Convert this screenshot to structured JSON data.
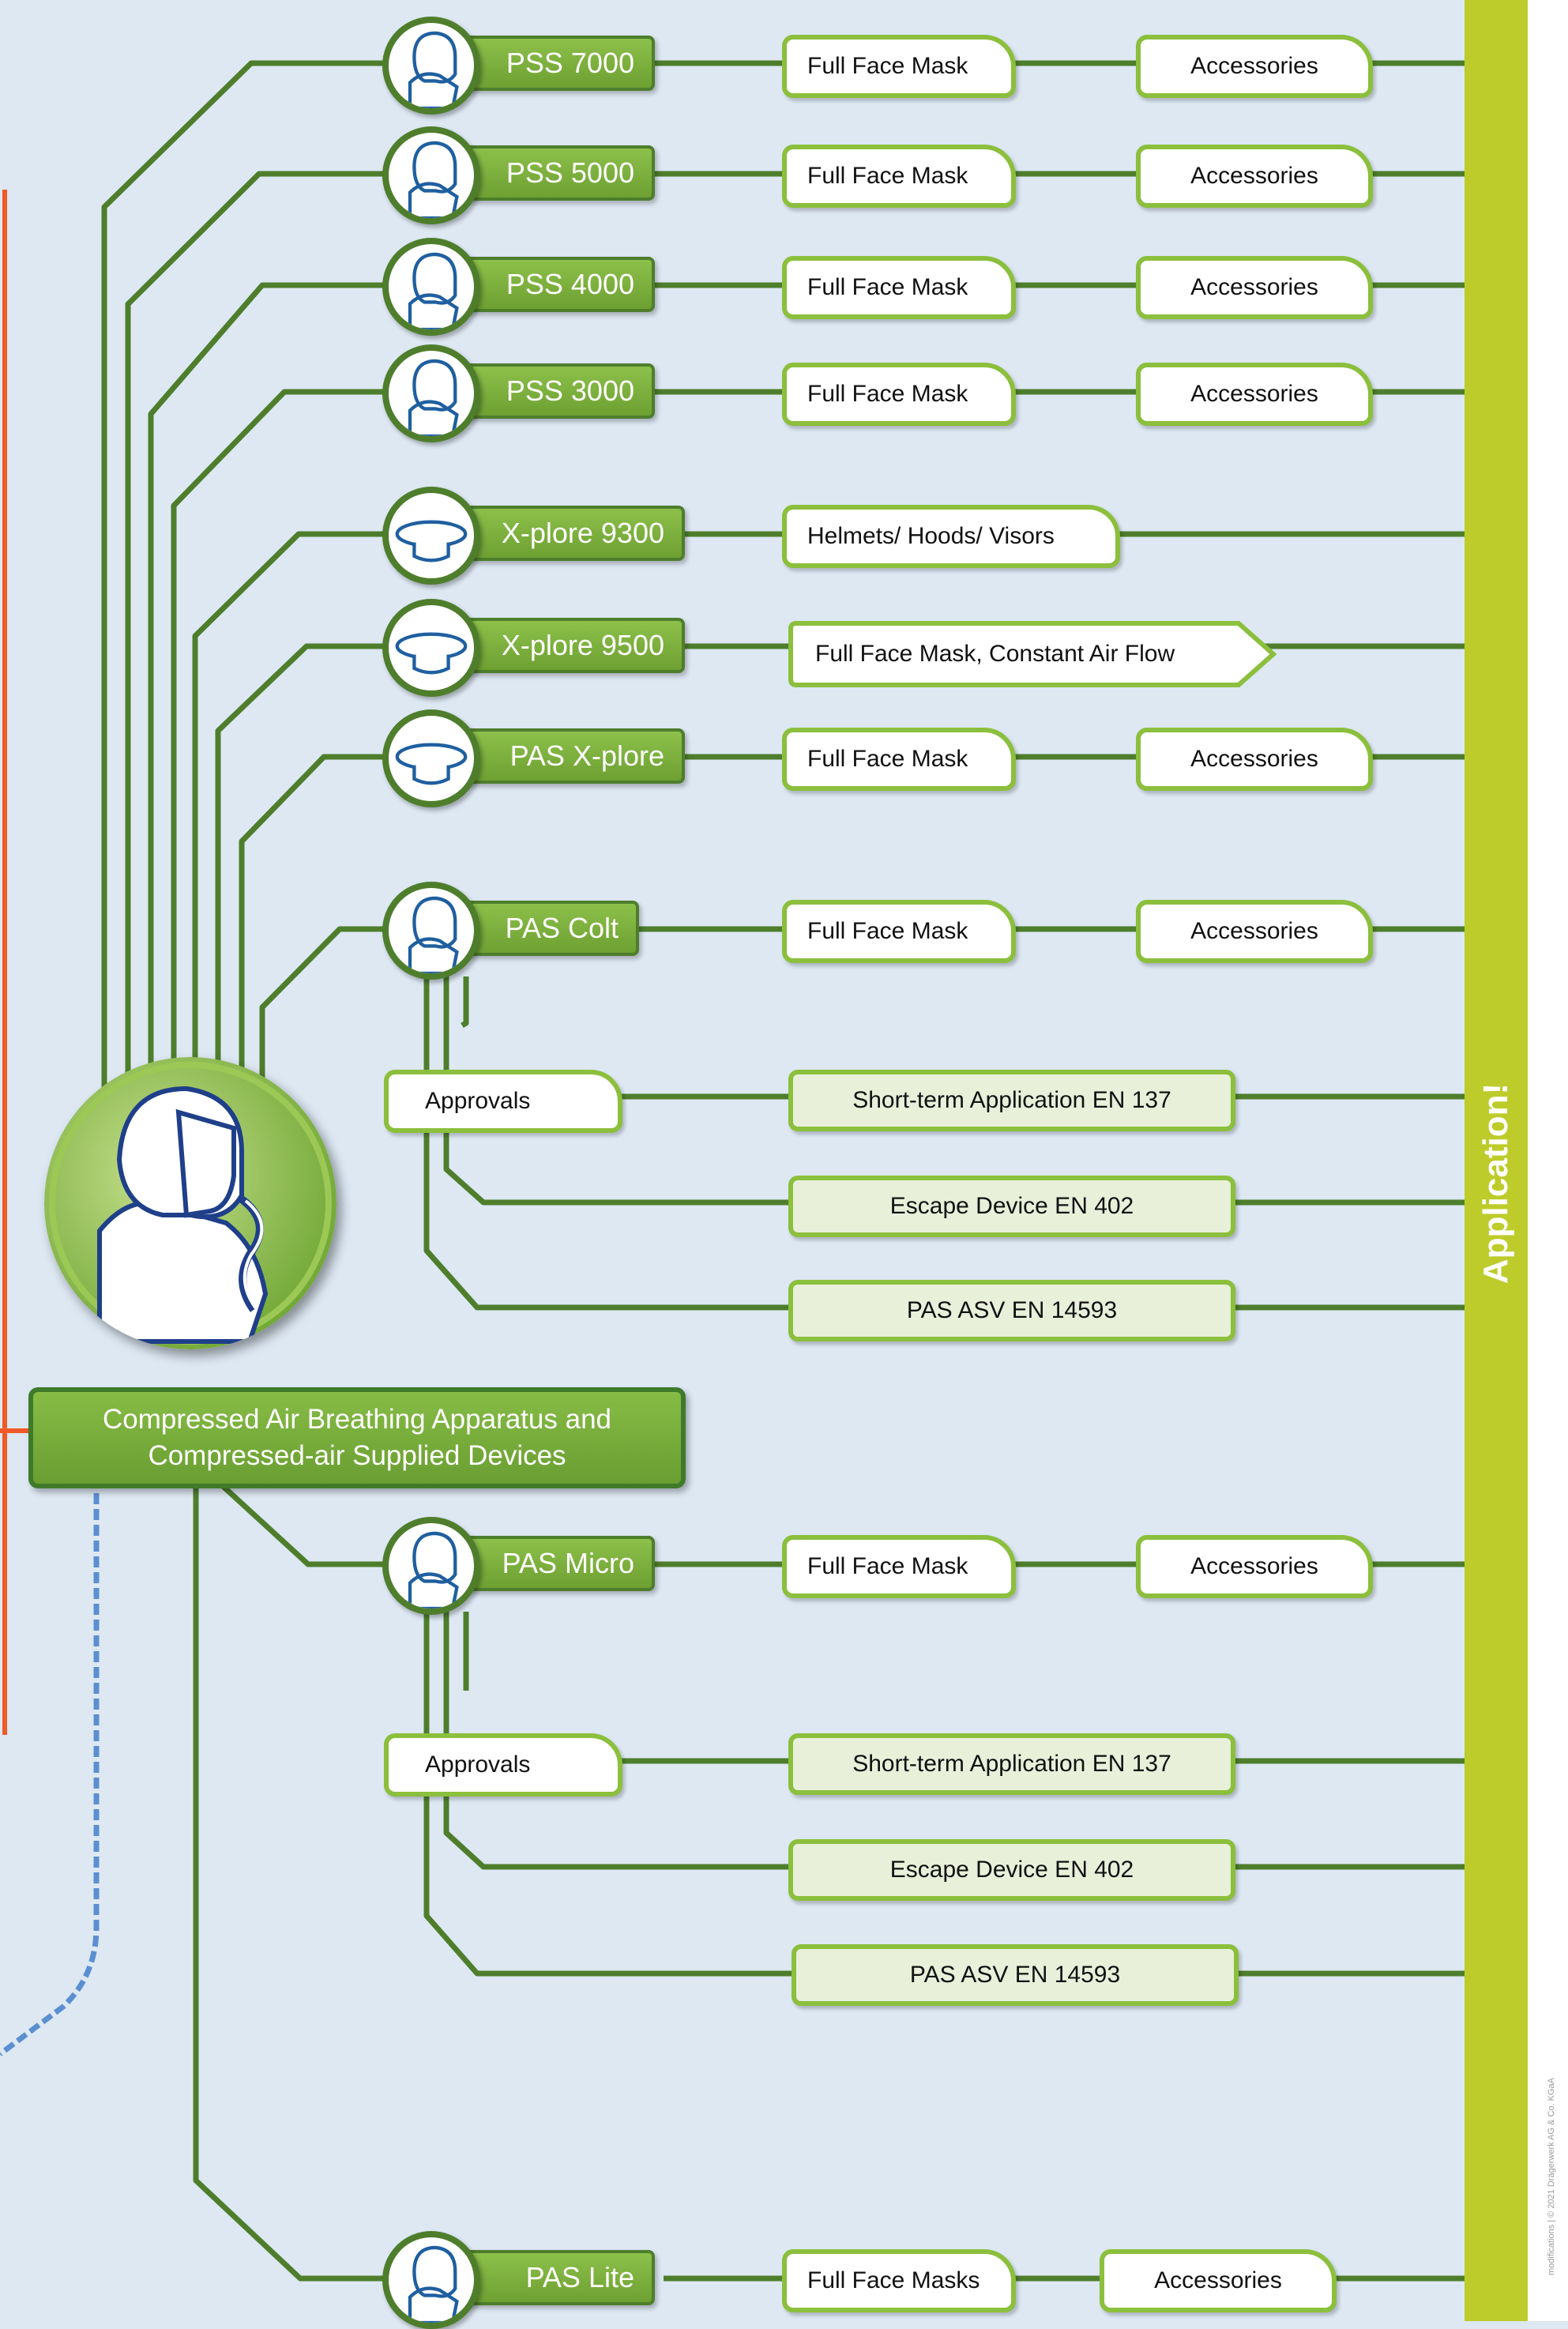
{
  "colors": {
    "background": "#dde8f3",
    "line_green": "#4e7e2c",
    "box_border": "#8bbf3c",
    "product_fill": "#7cb03c",
    "application_bar": "#bdcc2a",
    "left_orange": "#f05a28",
    "left_blue_dashed": "#5b8fd0"
  },
  "center": {
    "title": "Compressed Air Breathing Apparatus and Compressed-air Supplied Devices"
  },
  "application_label": "Application!",
  "copyright": "modifications | © 2021 Drägerwerk AG & Co. KGaA",
  "products": [
    {
      "name": "PSS 7000",
      "icon": "full-face-mask-icon",
      "items": [
        "Full Face Mask",
        "Accessories"
      ]
    },
    {
      "name": "PSS 5000",
      "icon": "full-face-mask-icon",
      "items": [
        "Full Face Mask",
        "Accessories"
      ]
    },
    {
      "name": "PSS 4000",
      "icon": "full-face-mask-icon",
      "items": [
        "Full Face Mask",
        "Accessories"
      ]
    },
    {
      "name": "PSS 3000",
      "icon": "full-face-mask-icon",
      "items": [
        "Full Face Mask",
        "Accessories"
      ]
    },
    {
      "name": "X-plore 9300",
      "icon": "hood-icon",
      "items": [
        "Helmets/ Hoods/ Visors"
      ]
    },
    {
      "name": "X-plore 9500",
      "icon": "hood-icon",
      "items": [
        "Full Face Mask, Constant Air Flow"
      ]
    },
    {
      "name": "PAS X-plore",
      "icon": "hood-icon",
      "items": [
        "Full Face Mask",
        "Accessories"
      ]
    },
    {
      "name": "PAS Colt",
      "icon": "full-face-mask-icon",
      "items": [
        "Full Face Mask",
        "Accessories"
      ]
    },
    {
      "name": "PAS Micro",
      "icon": "full-face-mask-icon",
      "items": [
        "Full Face Mask",
        "Accessories"
      ]
    },
    {
      "name": "PAS Lite",
      "icon": "full-face-mask-icon",
      "items": [
        "Full Face Masks",
        "Accessories"
      ]
    }
  ],
  "approvals_groups": [
    {
      "parent": "PAS Colt",
      "label": "Approvals",
      "standards": [
        "Short-term Application EN 137",
        "Escape Device EN 402",
        "PAS ASV EN 14593"
      ]
    },
    {
      "parent": "PAS Micro",
      "label": "Approvals",
      "standards": [
        "Short-term Application EN 137",
        "Escape Device EN 402",
        "PAS ASV EN 14593"
      ]
    }
  ]
}
